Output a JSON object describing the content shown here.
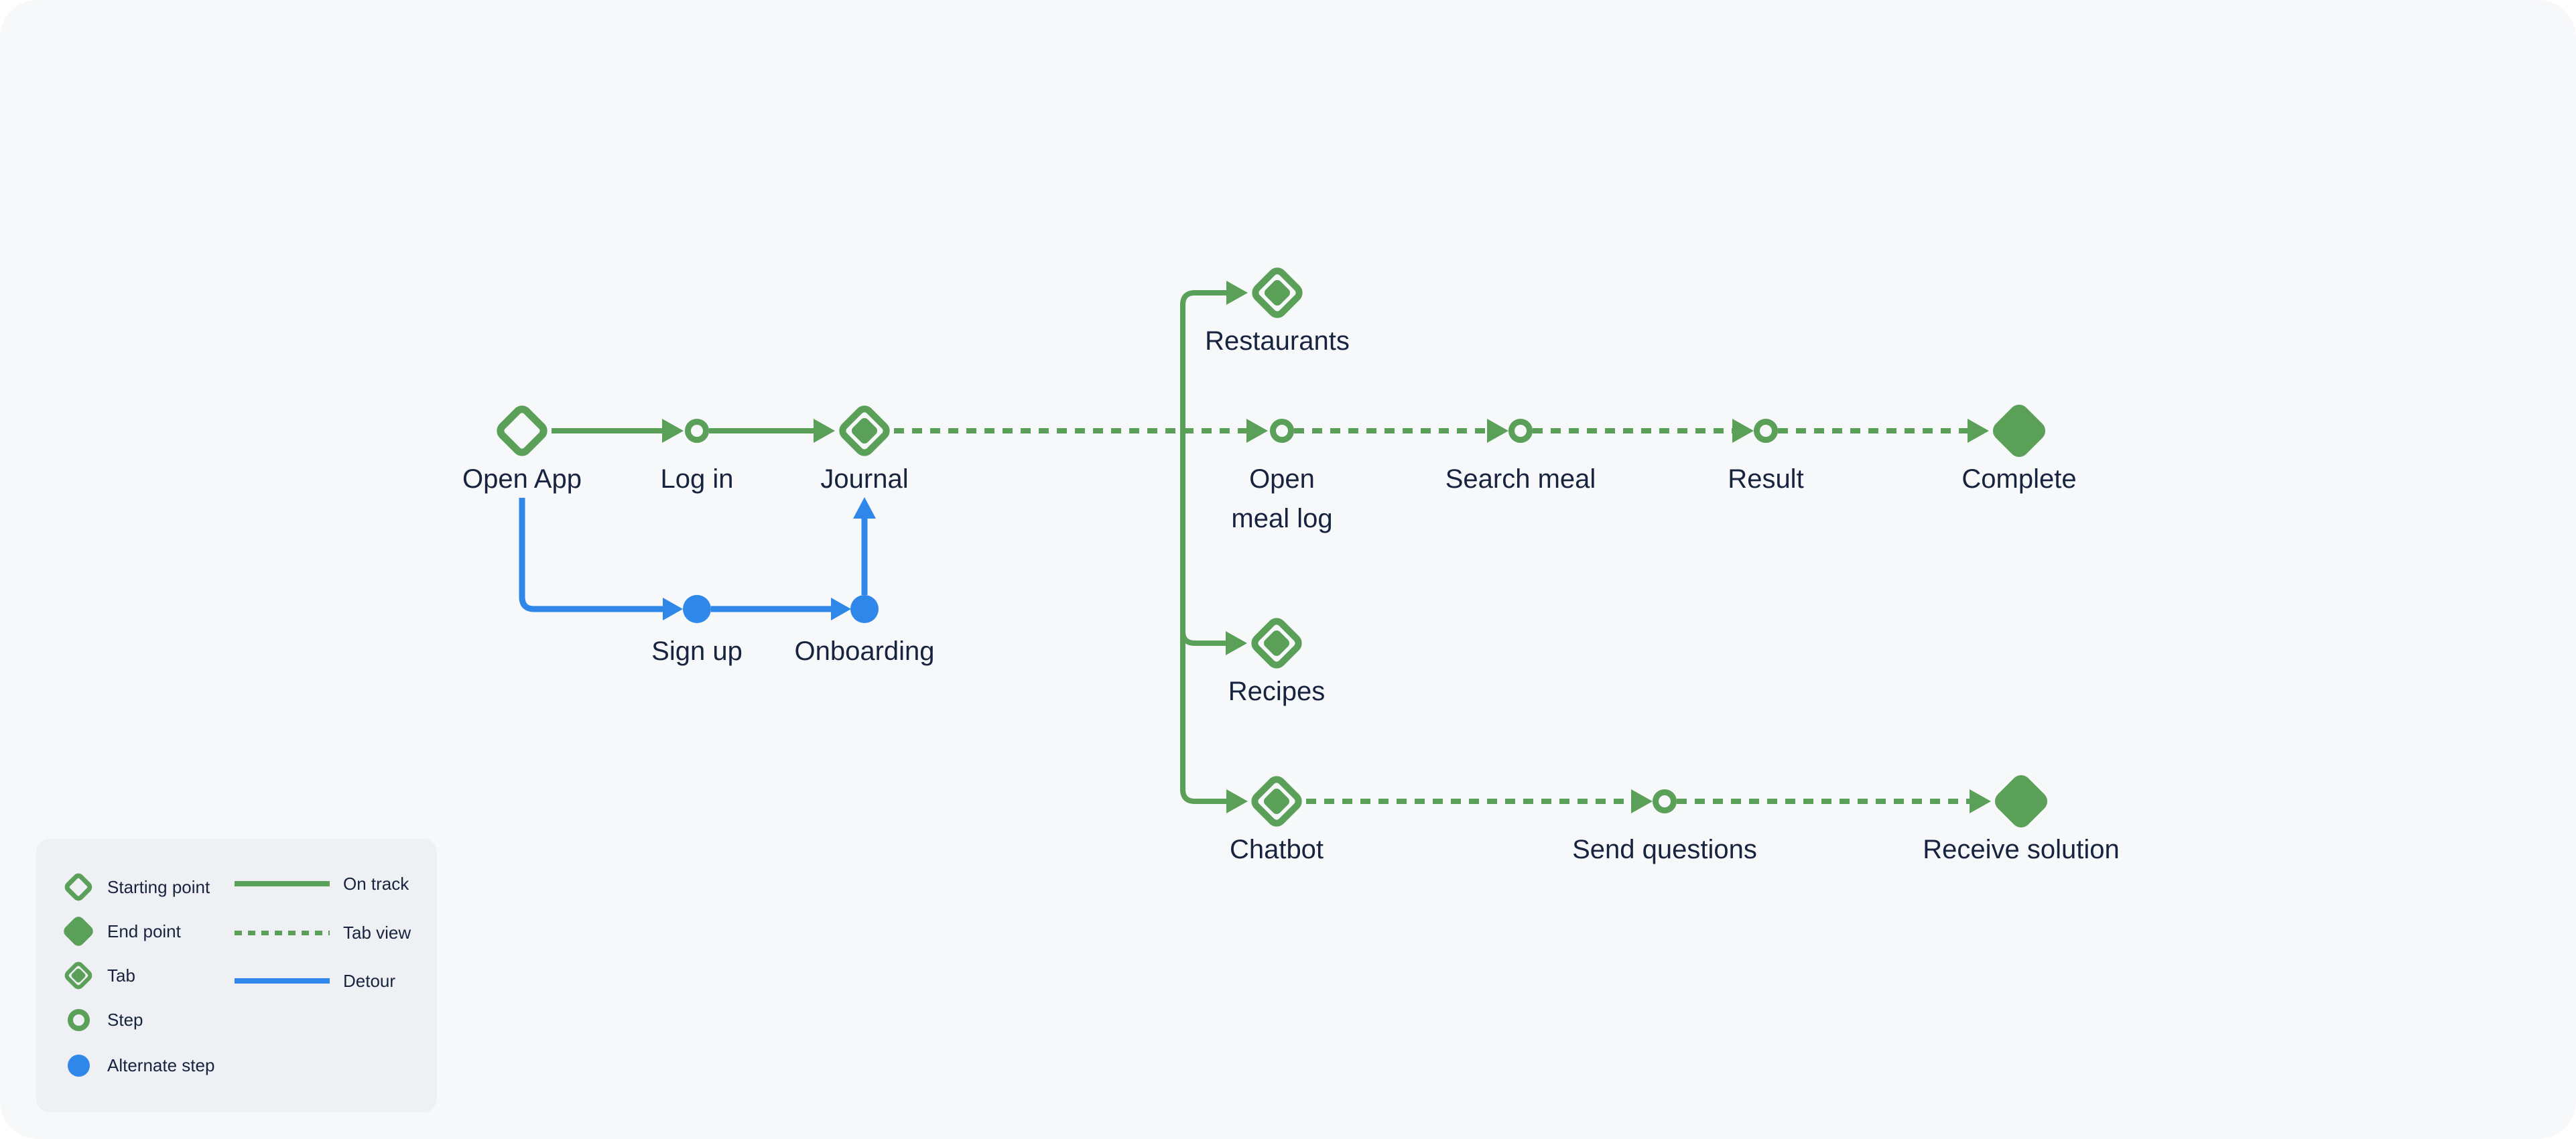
{
  "colors": {
    "on_track_green": "#5aa058",
    "detour_blue": "#2e87e9",
    "label_ink": "#17233f",
    "canvas_bg": "#f7f8fa",
    "legend_bg": "#eef0f4"
  },
  "diagram": {
    "nodes": {
      "open_app": {
        "label": "Open App",
        "type": "Starting point"
      },
      "log_in": {
        "label": "Log in",
        "type": "Step"
      },
      "journal": {
        "label": "Journal",
        "type": "Tab"
      },
      "sign_up": {
        "label": "Sign up",
        "type": "Alternate step"
      },
      "onboarding": {
        "label": "Onboarding",
        "type": "Alternate step"
      },
      "restaurants": {
        "label": "Restaurants",
        "type": "Tab"
      },
      "open_meal_log": {
        "label": "Open meal log",
        "line1": "Open",
        "line2": "meal log",
        "type": "Step"
      },
      "search_meal": {
        "label": "Search meal",
        "type": "Step"
      },
      "result": {
        "label": "Result",
        "type": "Step"
      },
      "complete": {
        "label": "Complete",
        "type": "End point"
      },
      "recipes": {
        "label": "Recipes",
        "type": "Tab"
      },
      "chatbot": {
        "label": "Chatbot",
        "type": "Tab"
      },
      "send_questions": {
        "label": "Send questions",
        "type": "Step"
      },
      "receive_solution": {
        "label": "Receive solution",
        "type": "End point"
      }
    },
    "edges": [
      {
        "from": "open_app",
        "to": "log_in",
        "type": "on-track"
      },
      {
        "from": "log_in",
        "to": "journal",
        "type": "on-track"
      },
      {
        "from": "open_app",
        "to": "sign_up",
        "type": "detour"
      },
      {
        "from": "sign_up",
        "to": "onboarding",
        "type": "detour"
      },
      {
        "from": "onboarding",
        "to": "journal",
        "type": "detour"
      },
      {
        "from": "journal",
        "to": "restaurants",
        "type": "on-track"
      },
      {
        "from": "journal",
        "to": "recipes",
        "type": "on-track"
      },
      {
        "from": "journal",
        "to": "chatbot",
        "type": "on-track"
      },
      {
        "from": "journal",
        "to": "open_meal_log",
        "type": "tab-view"
      },
      {
        "from": "open_meal_log",
        "to": "search_meal",
        "type": "tab-view"
      },
      {
        "from": "search_meal",
        "to": "result",
        "type": "tab-view"
      },
      {
        "from": "result",
        "to": "complete",
        "type": "tab-view"
      },
      {
        "from": "chatbot",
        "to": "send_questions",
        "type": "tab-view"
      },
      {
        "from": "send_questions",
        "to": "receive_solution",
        "type": "tab-view"
      }
    ]
  },
  "legend": {
    "shape_items": [
      {
        "icon": "starting-point-icon",
        "label": "Starting point"
      },
      {
        "icon": "end-point-icon",
        "label": "End point"
      },
      {
        "icon": "tab-icon",
        "label": "Tab"
      },
      {
        "icon": "step-icon",
        "label": "Step"
      },
      {
        "icon": "alternate-step-icon",
        "label": "Alternate step"
      }
    ],
    "line_items": [
      {
        "icon": "on-track-line",
        "label": "On track",
        "color": "#5aa058",
        "style": "solid"
      },
      {
        "icon": "tab-view-line",
        "label": "Tab view",
        "color": "#5aa058",
        "style": "dashed"
      },
      {
        "icon": "detour-line",
        "label": "Detour",
        "color": "#2e87e9",
        "style": "solid"
      }
    ]
  }
}
